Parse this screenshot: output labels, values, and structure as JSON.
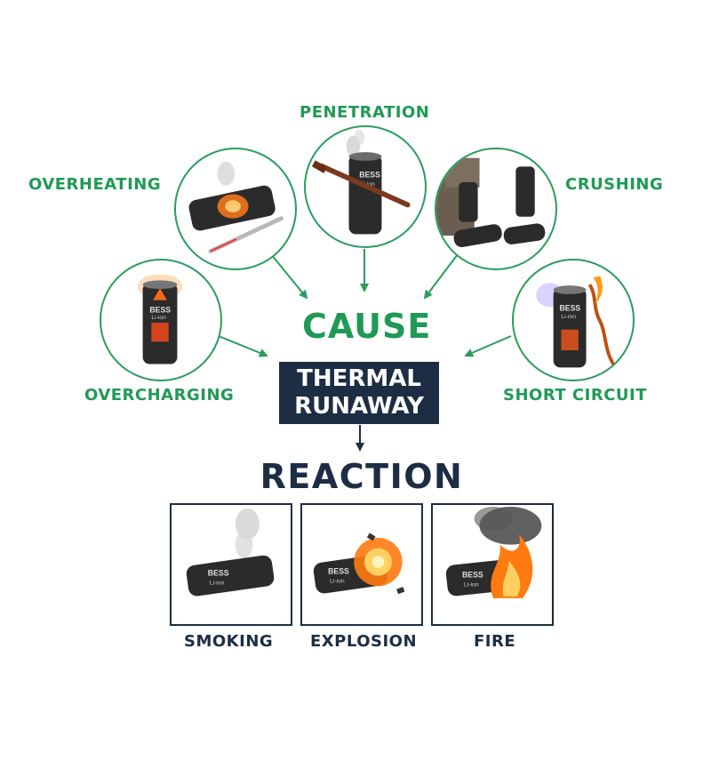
{
  "causes": {
    "penetration": "PENETRATION",
    "overheating": "OVERHEATING",
    "crushing": "CRUSHING",
    "overcharging": "OVERCHARGING",
    "short_circuit": "SHORT CIRCUIT"
  },
  "center": {
    "cause": "CAUSE",
    "thermal_line1": "THERMAL",
    "thermal_line2": "RUNAWAY",
    "reaction": "REACTION"
  },
  "reactions": {
    "smoking": "SMOKING",
    "explosion": "EXPLOSION",
    "fire": "FIRE"
  },
  "battery": {
    "brand": "BESS",
    "chem": "Li-ion"
  },
  "colors": {
    "green": "#1f9a56",
    "navy": "#1c2d44",
    "battery": "#2b2b2b"
  }
}
